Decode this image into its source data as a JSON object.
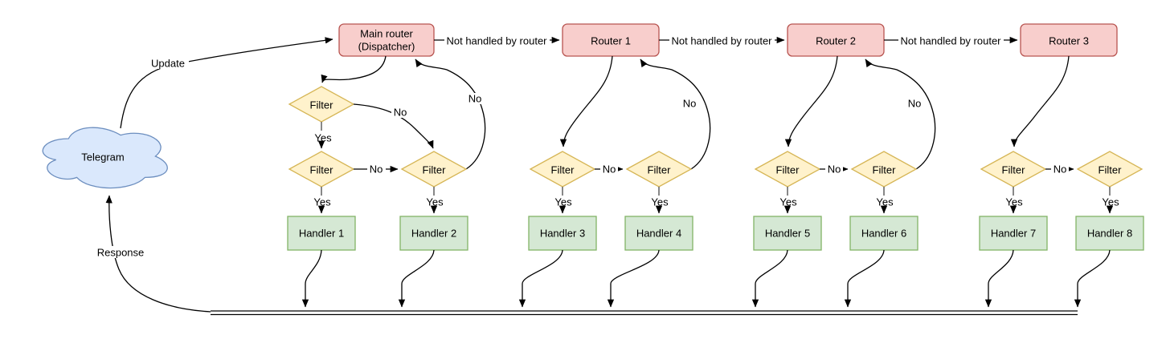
{
  "colors": {
    "router-fill": "#f8cecc",
    "router-stroke": "#b85450",
    "filter-fill": "#fff2cc",
    "filter-stroke": "#d6b656",
    "handler-fill": "#d5e8d4",
    "handler-stroke": "#82b366",
    "cloud-fill": "#dae8fc",
    "cloud-stroke": "#6c8ebf",
    "edge": "#000000",
    "text": "#000000"
  },
  "labels": {
    "telegram": "Telegram",
    "update": "Update",
    "response": "Response",
    "not_handled": "Not handled by router",
    "filter": "Filter",
    "yes": "Yes",
    "no": "No"
  },
  "nodes": {
    "main_router": {
      "line1": "Main router",
      "line2": "(Dispatcher)"
    },
    "routers": [
      "Router 1",
      "Router 2",
      "Router 3"
    ],
    "handlers": [
      "Handler 1",
      "Handler 2",
      "Handler 3",
      "Handler 4",
      "Handler 5",
      "Handler 6",
      "Handler 7",
      "Handler 8"
    ]
  }
}
